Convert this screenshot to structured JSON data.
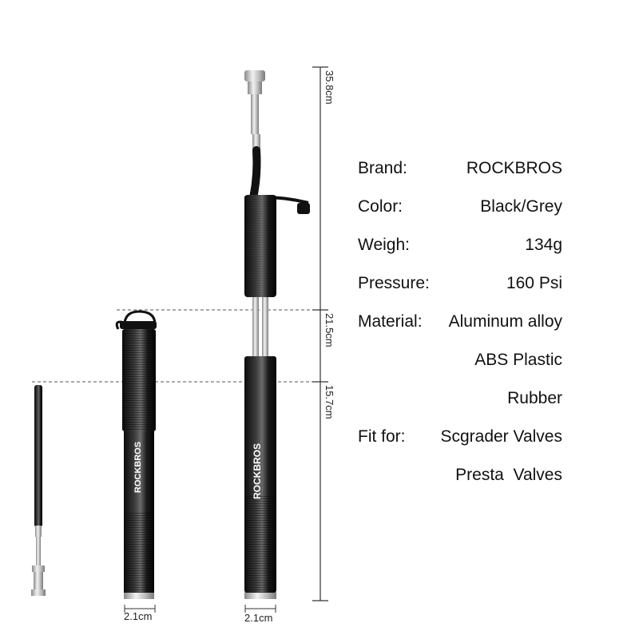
{
  "dimensions": {
    "total_length": "35.8cm",
    "mid_length": "21.5cm",
    "short_length": "15.7cm",
    "small_pump_width": "2.1cm",
    "large_pump_width": "2.1cm"
  },
  "brand_mark": "ROCKBROS",
  "specs": {
    "brand": {
      "key": "Brand:",
      "value": "ROCKBROS"
    },
    "color": {
      "key": "Color:",
      "value": "Black/Grey"
    },
    "weight": {
      "key": "Weigh:",
      "value": "134g"
    },
    "pressure": {
      "key": "Pressure:",
      "value": "160 Psi"
    },
    "material": {
      "key": "Material:",
      "value": "Aluminum alloy"
    },
    "material_2": "ABS Plastic",
    "material_3": "Rubber",
    "fit": {
      "key": "Fit for:",
      "value": "Scgrader Valves"
    },
    "fit_2": "Presta  Valves"
  },
  "colors": {
    "pump_body": "#141414",
    "pump_highlight": "#5a5a5a",
    "chrome": "#c8c8c8",
    "text": "#111111"
  }
}
